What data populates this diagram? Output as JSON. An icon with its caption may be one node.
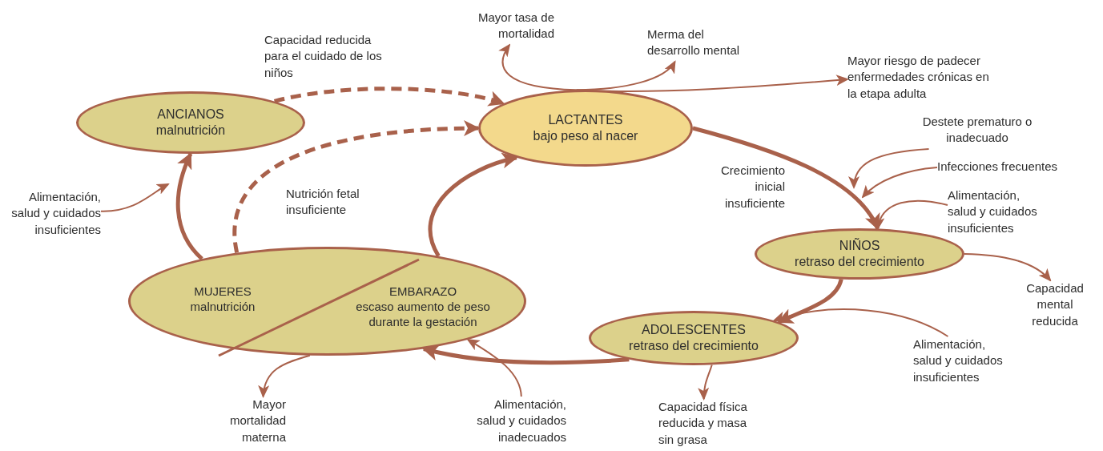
{
  "diagram": {
    "nodes": [
      {
        "text": [
          "ANCIANOS",
          "malnutrición"
        ]
      },
      {
        "text": [
          "LACTANTES",
          "bajo peso al nacer"
        ]
      },
      {
        "text": [
          "NIÑOS",
          "retraso del crecimiento"
        ]
      },
      {
        "text": [
          "ADOLESCENTES",
          "retraso del crecimiento"
        ]
      },
      {
        "text": [],
        "shape": "ellipse"
      },
      {
        "text": [
          "MUJERES",
          "malnutrición"
        ],
        "in": 4
      },
      {
        "text": [
          "EMBARAZO",
          "escaso aumento de peso durante la gestación"
        ],
        "in": 4
      },
      {
        "text": [
          "Mayor tasa de mortalidad"
        ]
      },
      {
        "text": [
          "Merma del desarrollo mental"
        ]
      },
      {
        "text": [
          "Mayor riesgo de padecer enfermedades crónicas en la etapa adulta"
        ]
      },
      {
        "text": [
          "Destete prematuro o inadecuado"
        ]
      },
      {
        "text": [
          "Infecciones frecuentes"
        ]
      },
      {
        "text": [
          "Alimentación, salud y cuidados insuficientes"
        ]
      },
      {
        "text": [
          "Alimentación, salud y cuidados insuficientes"
        ]
      },
      {
        "text": [
          "Capacidad mental reducida"
        ]
      },
      {
        "text": [
          "Alimentación, salud y cuidados insuficientes"
        ]
      },
      {
        "text": [
          "Capacidad física reducida y masa sin grasa"
        ]
      },
      {
        "text": [
          "Alimentación, salud y cuidados inadecuados"
        ]
      },
      {
        "text": [
          "Mayor mortalidad materna"
        ]
      }
    ],
    "edges": [
      {
        "from": 0,
        "to": 1,
        "arrow": "to",
        "style": "dashed",
        "label": "Capacidad reducida para el cuidado de los niños"
      },
      {
        "from": 5,
        "to": 1,
        "arrow": "to",
        "style": "dashed",
        "label": "Nutrición fetal insuficiente"
      },
      {
        "from": 5,
        "to": 0,
        "arrow": "to",
        "style": "thick"
      },
      {
        "from": 6,
        "to": 1,
        "arrow": "to",
        "style": "thick"
      },
      {
        "from": 1,
        "to": 2,
        "arrow": "to",
        "style": "thick",
        "label": "Crecimiento inicial insuficiente"
      },
      {
        "from": 2,
        "to": 3,
        "arrow": "to",
        "style": "thick"
      },
      {
        "from": 3,
        "to": 6,
        "arrow": "to",
        "style": "thick"
      },
      {
        "from": 1,
        "to": 7,
        "arrow": "to"
      },
      {
        "from": 1,
        "to": 8,
        "arrow": "to"
      },
      {
        "from": 1,
        "to": 9,
        "arrow": "to"
      },
      {
        "from": 10,
        "to": null,
        "arrow": "to"
      },
      {
        "from": 11,
        "to": null,
        "arrow": "to"
      },
      {
        "from": 12,
        "to": 2,
        "arrow": "to"
      },
      {
        "from": 13,
        "to": null,
        "arrow": "to"
      },
      {
        "from": 2,
        "to": 14,
        "arrow": "to"
      },
      {
        "from": 15,
        "to": 3,
        "arrow": "to"
      },
      {
        "from": 3,
        "to": 16,
        "arrow": "to"
      },
      {
        "from": 17,
        "to": 6,
        "arrow": "to"
      },
      {
        "from": 4,
        "to": 18,
        "arrow": "to"
      }
    ]
  }
}
